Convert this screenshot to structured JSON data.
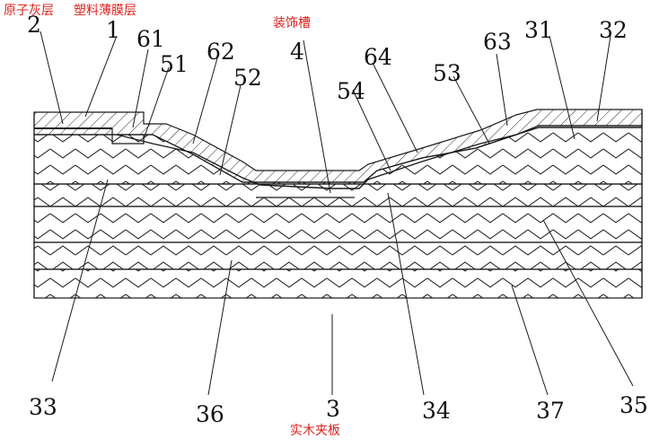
{
  "colors": {
    "annotation": "#e0211c",
    "ink": "#1a1a1a",
    "background": "#ffffff"
  },
  "annotations": {
    "atomic_ash_layer": "原子灰层",
    "plastic_film_layer": "塑料薄膜层",
    "decorative_groove": "装饰槽",
    "solid_wood_plywood": "实木夹板"
  },
  "labels": {
    "l2": "2",
    "l1": "1",
    "l61": "61",
    "l51": "51",
    "l62": "62",
    "l52": "52",
    "l4": "4",
    "l64": "64",
    "l54": "54",
    "l53": "53",
    "l63": "63",
    "l31": "31",
    "l32": "32",
    "l33": "33",
    "l36": "36",
    "l3": "3",
    "l34": "34",
    "l37": "37",
    "l35": "35"
  }
}
